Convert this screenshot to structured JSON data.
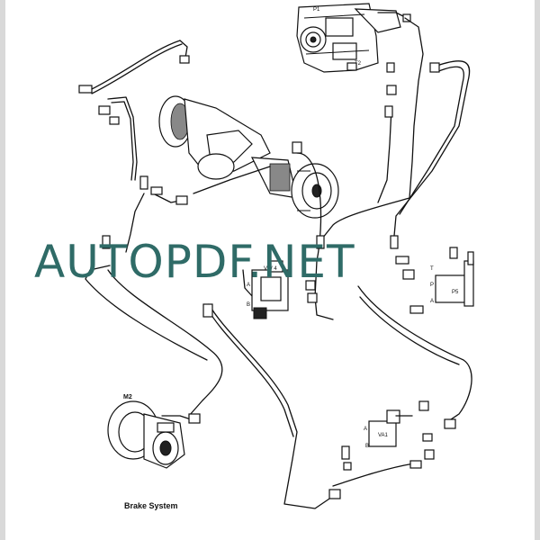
{
  "watermark": "AUTOPDF.NET",
  "caption": "Brake System",
  "labels": {
    "p1": "P1",
    "t2": "T2",
    "m2": "M2",
    "vw4": "VW 4",
    "p5": "P5",
    "va1": "VA1",
    "a_left": "A",
    "b_left": "B",
    "t_right": "T",
    "p_right": "P",
    "a_right": "A",
    "a_bottom": "A",
    "b_bottom": "B"
  },
  "colors": {
    "watermark": "#2f6b67",
    "line": "#111111",
    "paper": "#ffffff"
  }
}
